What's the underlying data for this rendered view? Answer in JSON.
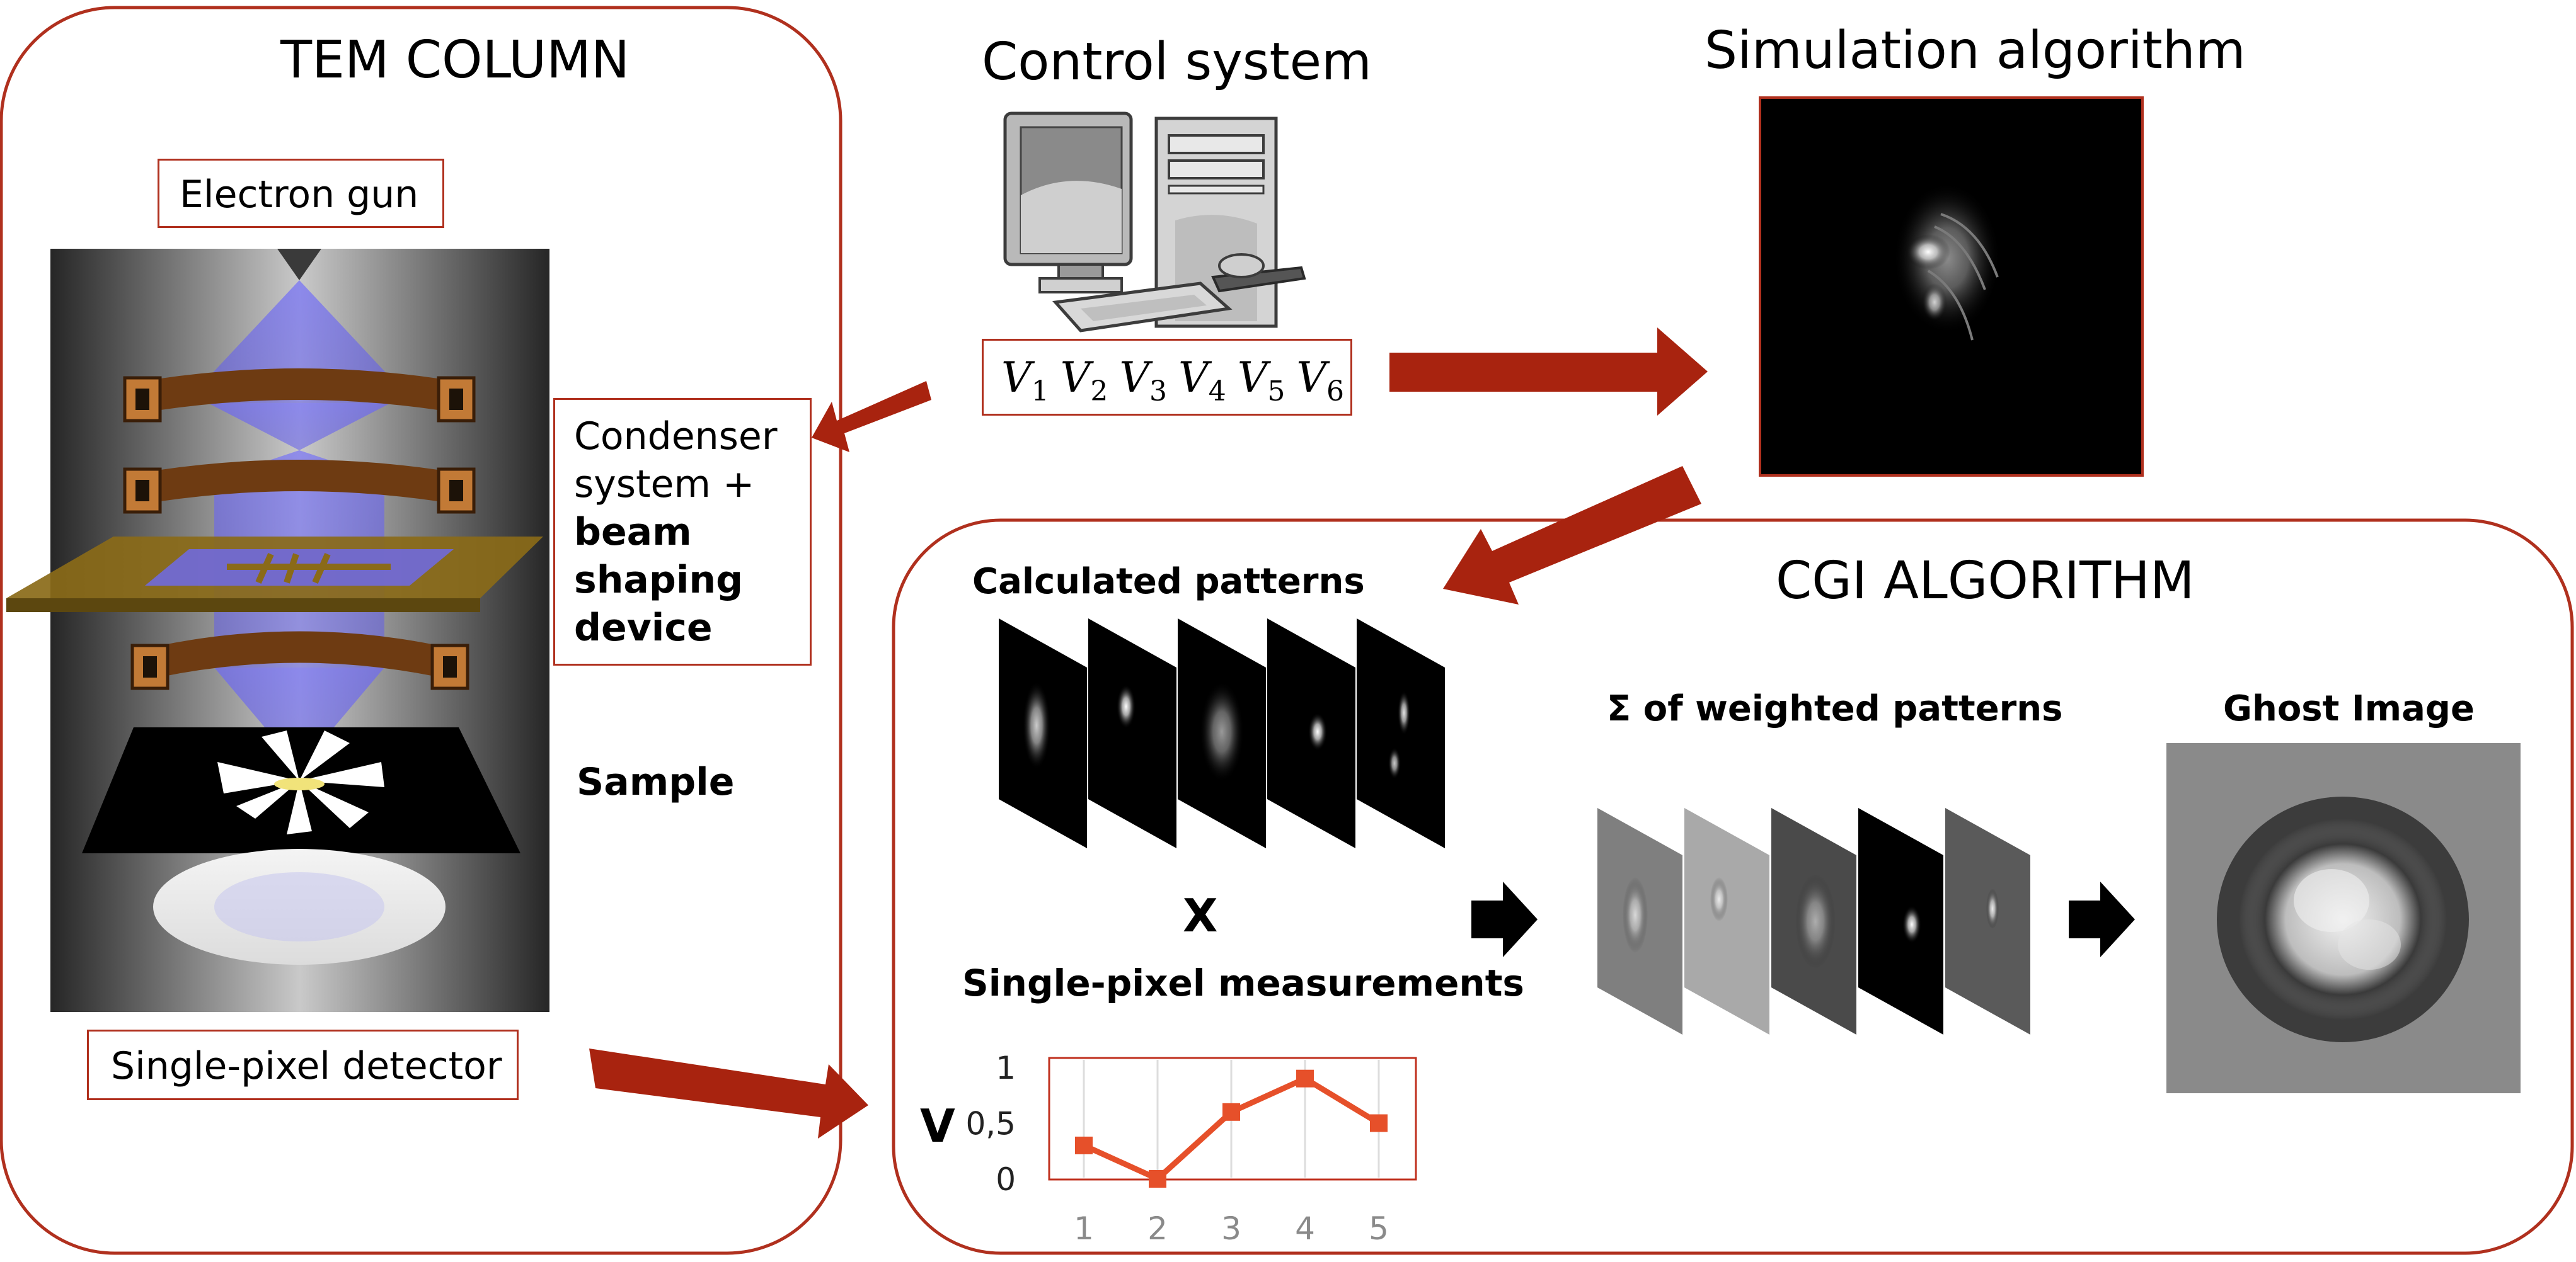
{
  "tem": {
    "title": "TEM COLUMN",
    "gun_label": "Electron gun",
    "condenser_line1": "Condenser",
    "condenser_line2": "system +",
    "condenser_line3": "beam",
    "condenser_line4": "shaping",
    "condenser_line5": "device",
    "sample_label": "Sample",
    "detector_label": "Single-pixel detector"
  },
  "control": {
    "title": "Control system",
    "voltages": [
      {
        "v": "V",
        "i": "1"
      },
      {
        "v": "V",
        "i": "2"
      },
      {
        "v": "V",
        "i": "3"
      },
      {
        "v": "V",
        "i": "4"
      },
      {
        "v": "V",
        "i": "5"
      },
      {
        "v": "V",
        "i": "6"
      }
    ]
  },
  "simulation": {
    "title": "Simulation algorithm"
  },
  "cgi": {
    "title": "CGI ALGORITHM",
    "calculated_label": "Calculated patterns",
    "times_symbol": "X",
    "measurements_label": "Single-pixel measurements",
    "weighted_label": "Σ of weighted patterns",
    "ghost_label": "Ghost Image"
  },
  "colors": {
    "accent_red": "#b0301e",
    "arrow_red": "#a8230f",
    "chart_orange": "#e6502a",
    "beam_blue": "#5a55ee",
    "coil_copper": "#b8702e"
  },
  "chart_data": {
    "type": "line",
    "x": [
      1,
      2,
      3,
      4,
      5
    ],
    "y": [
      0.3,
      0.0,
      0.6,
      0.9,
      0.5
    ],
    "ylabel": "V",
    "ytick_labels": [
      "0",
      "0,5",
      "1"
    ],
    "xtick_labels": [
      "1",
      "2",
      "3",
      "4",
      "5"
    ],
    "ylim": [
      0,
      1
    ],
    "grid": true
  }
}
